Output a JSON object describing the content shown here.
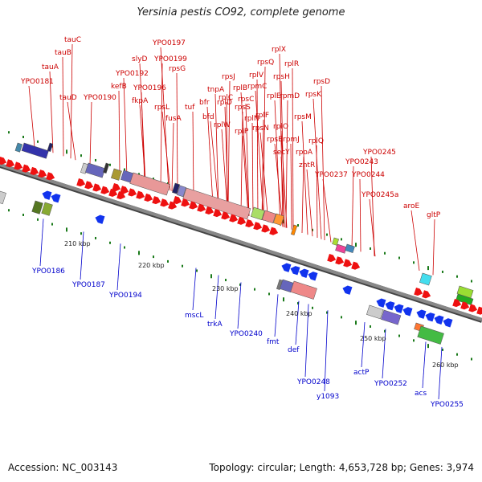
{
  "title": "Yersinia pestis CO92, complete genome",
  "footer": {
    "accession": "Accession: NC_003143",
    "summary": "Topology: circular; Length: 4,653,728 bp; Genes: 3,974"
  },
  "colors": {
    "forward_label": "#cc0000",
    "reverse_label": "#0000cc",
    "forward_arrow": "#ee1111",
    "reverse_arrow": "#1133ee",
    "backbone": "#888888",
    "tick": "#1a7a1a"
  },
  "kbp_labels": [
    "210 kbp",
    "220 kbp",
    "230 kbp",
    "240 kbp",
    "250 kbp",
    "260 kbp"
  ],
  "forward_genes": [
    "tauC",
    "tauB",
    "tauA",
    "YPO0181",
    "tauD",
    "YPO0190",
    "kefB",
    "YPO0192",
    "slyD",
    "YPO0197",
    "YPO0199",
    "rpsG",
    "YPO0196",
    "fkpA",
    "rpsL",
    "fusA",
    "tuf",
    "tnpA",
    "bfr",
    "bfd",
    "rpsJ",
    "rplC",
    "rplD",
    "rplW",
    "rplB",
    "rpsS",
    "rplV",
    "rpsC",
    "rplP",
    "rpmC",
    "rpsQ",
    "rplN",
    "rplX",
    "rplE",
    "rpsN",
    "rplF",
    "rplR",
    "rpsH",
    "rplO",
    "rpsE",
    "rpmD",
    "rpmJ",
    "secY",
    "rpsM",
    "rpsK",
    "rpoA",
    "rplQ",
    "rpsD",
    "zntR",
    "YPO0237",
    "YPO0243",
    "YPO0244",
    "YPO0245",
    "YPO0245a",
    "aroE",
    "gltP"
  ],
  "reverse_genes": [
    "YPO0186",
    "YPO0187",
    "YPO0194",
    "mscL",
    "trkA",
    "YPO0240",
    "fmt",
    "def",
    "YPO0248",
    "y1093",
    "actP",
    "YPO0252",
    "acs",
    "YPO0255"
  ]
}
